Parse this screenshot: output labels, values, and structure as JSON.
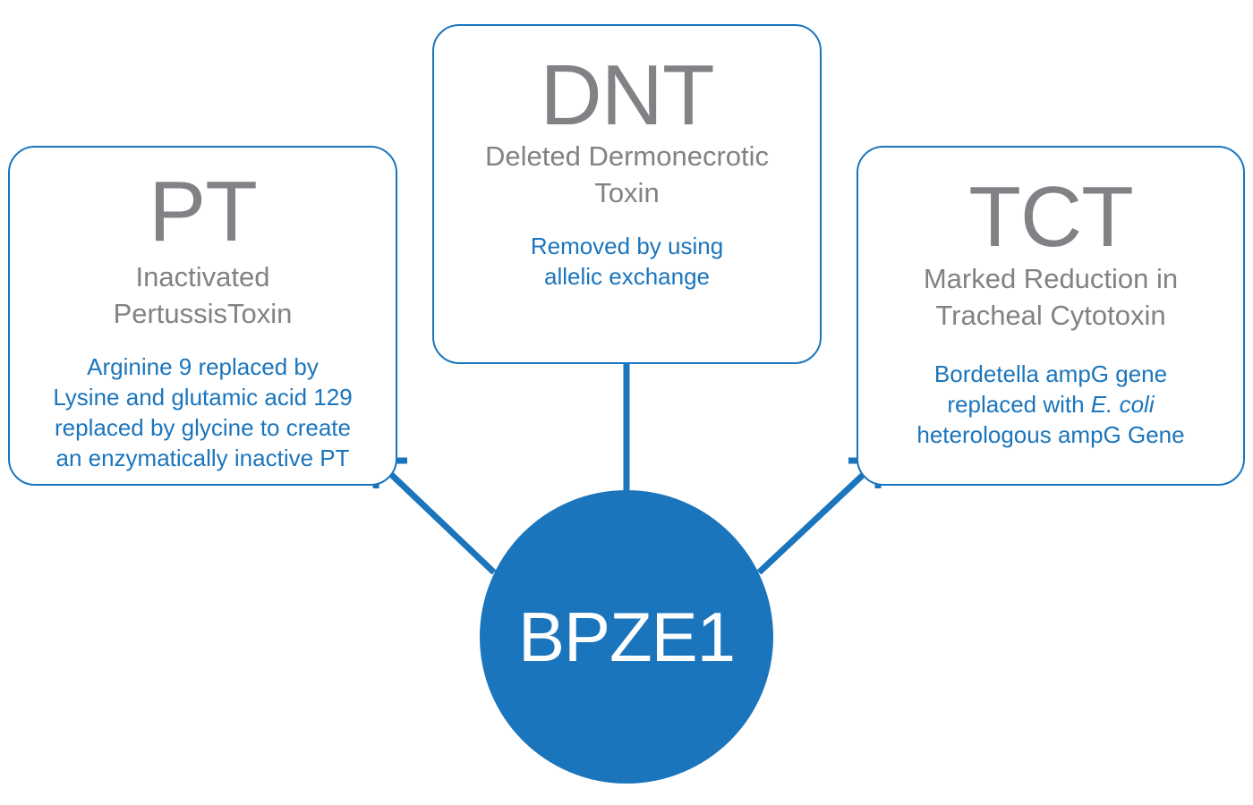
{
  "colors": {
    "accent": "#1b75bc",
    "grey_text": "#808285",
    "background": "#ffffff"
  },
  "center": {
    "label": "BPZE1"
  },
  "cards": {
    "pt": {
      "abbr": "PT",
      "name_line1": "Inactivated",
      "name_line2": "PertussisToxin",
      "detail_line1": "Arginine 9 replaced by",
      "detail_line2": "Lysine and glutamic acid 129",
      "detail_line3": "replaced by glycine to create",
      "detail_line4": "an enzymatically inactive PT"
    },
    "dnt": {
      "abbr": "DNT",
      "name_line1": "Deleted Dermonecrotic",
      "name_line2": "Toxin",
      "detail_line1": "Removed by using",
      "detail_line2": "allelic exchange"
    },
    "tct": {
      "abbr": "TCT",
      "name_line1": "Marked Reduction in",
      "name_line2": "Tracheal Cytotoxin",
      "detail_line1": "Bordetella ampG gene",
      "detail_line2a": "replaced with ",
      "detail_line2b": "E. coli",
      "detail_line3": "heterologous ampG Gene"
    }
  }
}
